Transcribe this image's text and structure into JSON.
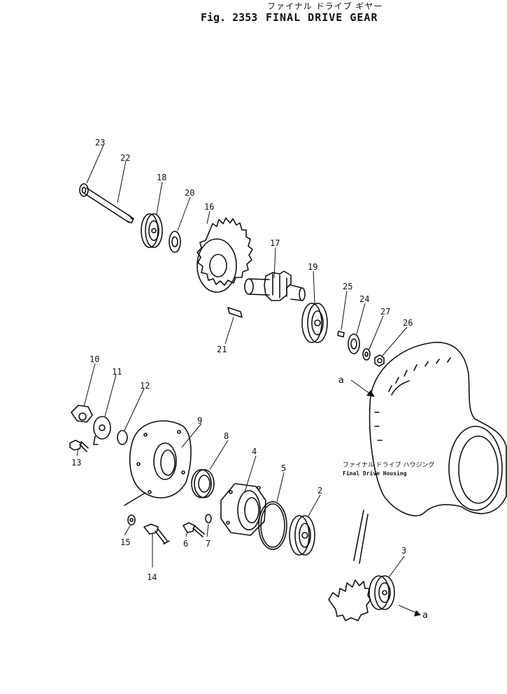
{
  "title": {
    "japanese": "ファイナル ドライブ ギヤー",
    "figure": "Fig. 2353",
    "name": "FINAL DRIVE GEAR"
  },
  "housing_label": {
    "japanese": "ファイナル ドライブ ハウジング",
    "english": "Final Drive Housing"
  },
  "reference_marks": [
    "a",
    "a"
  ],
  "callouts": [
    "23",
    "22",
    "18",
    "20",
    "16",
    "17",
    "19",
    "25",
    "24",
    "27",
    "26",
    "21",
    "10",
    "11",
    "12",
    "9",
    "8",
    "4",
    "5",
    "2",
    "3",
    "13",
    "15",
    "14",
    "6",
    "7"
  ]
}
